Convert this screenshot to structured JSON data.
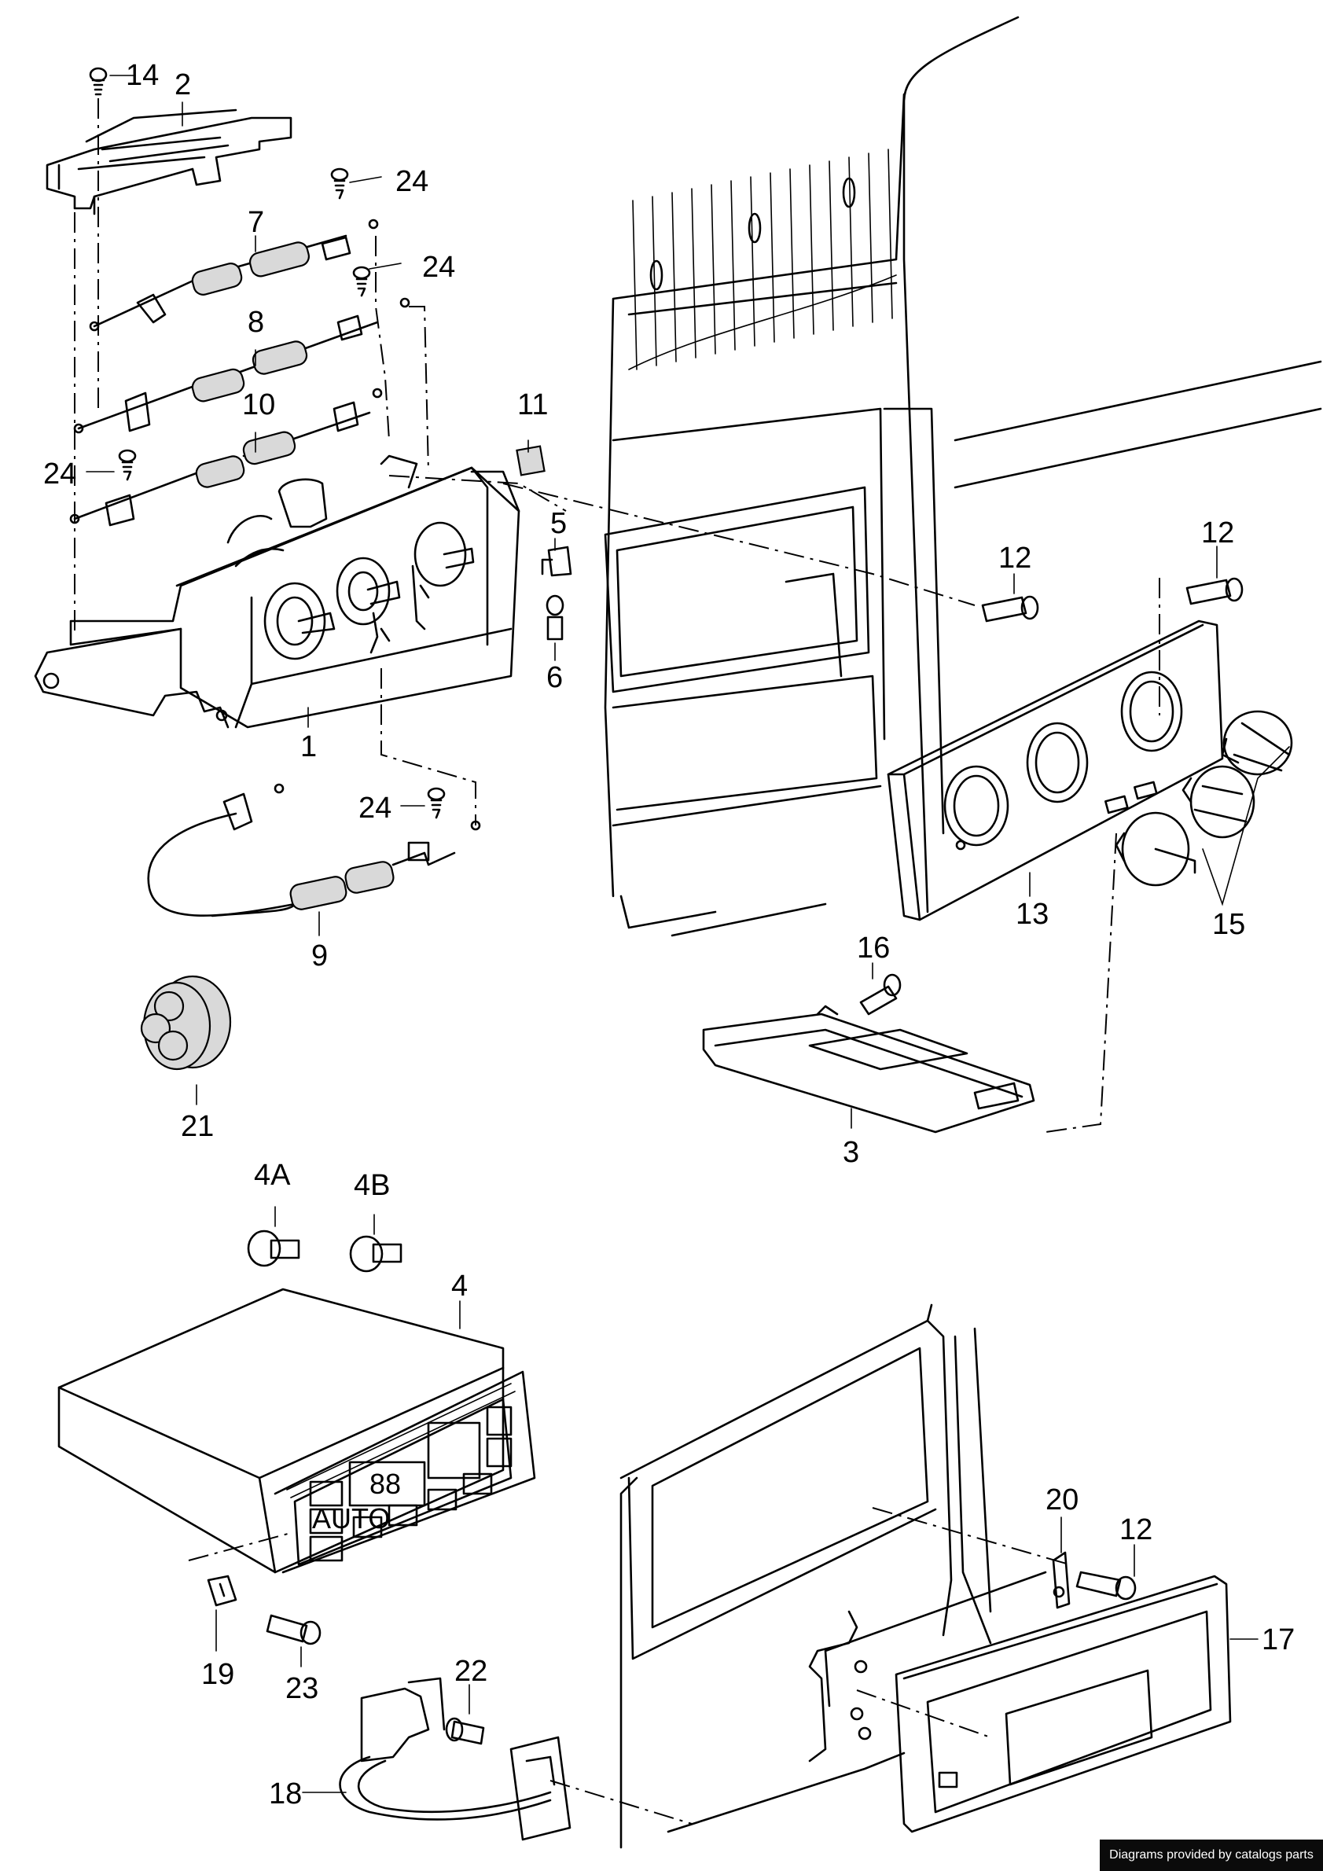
{
  "callouts": {
    "c1": "1",
    "c2": "2",
    "c3": "3",
    "c4": "4",
    "c4a": "4A",
    "c4b": "4B",
    "c5": "5",
    "c6": "6",
    "c7": "7",
    "c8": "8",
    "c9": "9",
    "c10": "10",
    "c11": "11",
    "c12a": "12",
    "c12b": "12",
    "c12c": "12",
    "c13": "13",
    "c14": "14",
    "c15": "15",
    "c16": "16",
    "c17": "17",
    "c18": "18",
    "c19": "19",
    "c20": "20",
    "c21": "21",
    "c22": "22",
    "c23": "23",
    "c24a": "24",
    "c24b": "24",
    "c24c": "24",
    "c24d": "24"
  },
  "panel_display": {
    "auto_button": "AUTO",
    "temp_readout": "88"
  },
  "footer": {
    "credit": "Diagrams provided by catalogs parts"
  }
}
